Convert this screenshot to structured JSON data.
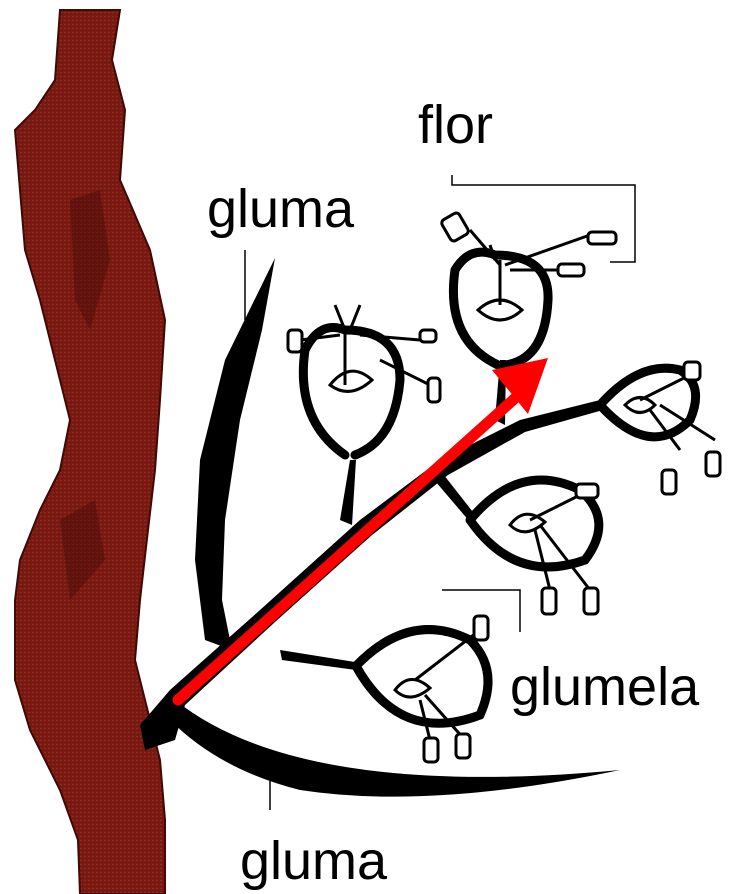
{
  "labels": {
    "flor": "flor",
    "gluma_top": "gluma",
    "glumela": "glumela",
    "gluma_bottom": "gluma"
  },
  "colors": {
    "stem": "#7a1a12",
    "stem_dark": "#3e0a06",
    "ink": "#000000",
    "arrow": "#ff0000",
    "background": "#ffffff"
  },
  "icons": {
    "arrow": "red-arrow"
  }
}
